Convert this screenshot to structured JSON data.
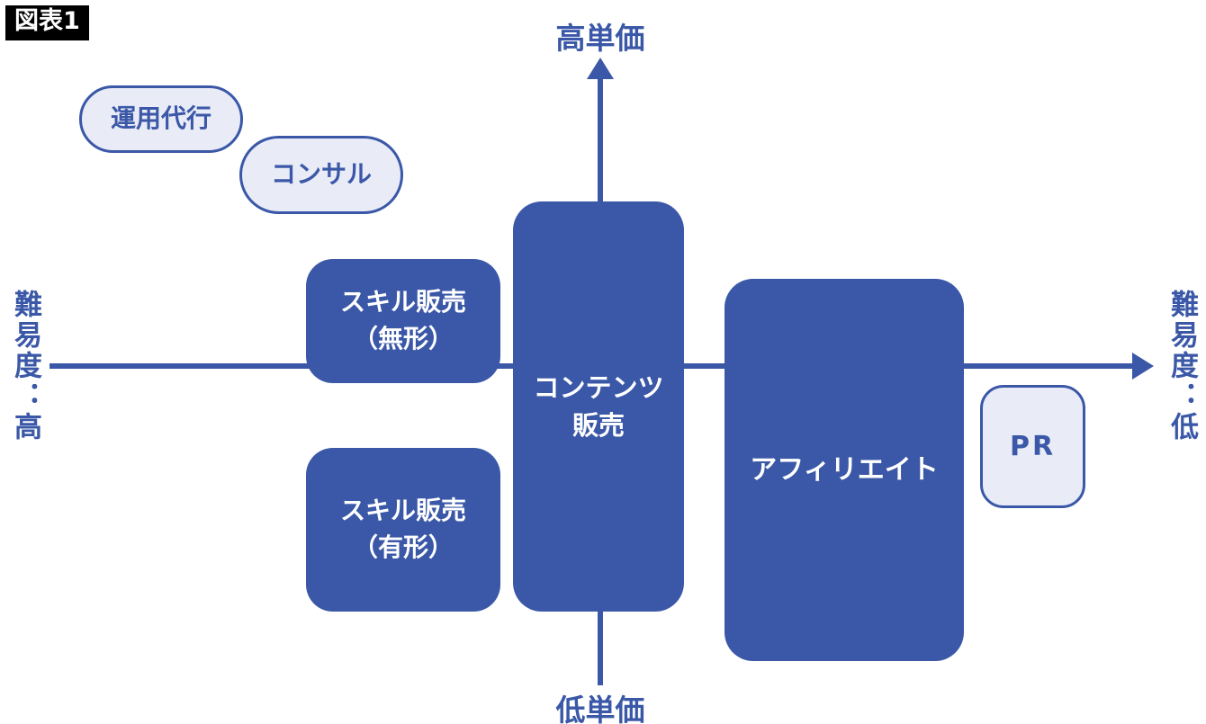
{
  "figure_label": "図表1",
  "axis": {
    "top": "高単価",
    "bottom": "低単価",
    "left": "難易度：高",
    "right": "難易度：低"
  },
  "nodes": {
    "operation_agency": {
      "label": "運用代行"
    },
    "consulting": {
      "label": "コンサル"
    },
    "skill_sales_intangible": {
      "line1": "スキル販売",
      "line2": "（無形）"
    },
    "skill_sales_tangible": {
      "line1": "スキル販売",
      "line2": "（有形）"
    },
    "content_sales": {
      "line1": "コンテンツ",
      "line2": "販売"
    },
    "affiliate": {
      "label": "アフィリエイト"
    },
    "pr": {
      "label": "PR"
    }
  },
  "colors": {
    "primary_blue": "#3A58A7",
    "light_fill": "#E9EBF7",
    "text_on_dark": "#FFFFFF",
    "figure_label_bg": "#000000",
    "figure_label_fg": "#FFFFFF"
  }
}
